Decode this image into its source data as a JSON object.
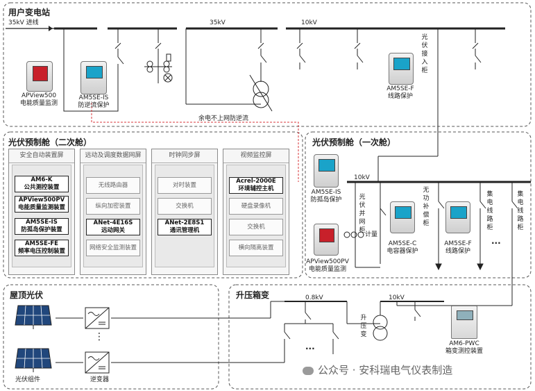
{
  "sections": {
    "substation": "用户变电站",
    "secondary": "光伏预制舱（二次舱）",
    "primary": "光伏预制舱（一次舱）",
    "rooftop": "屋顶光伏",
    "boost": "升压箱变"
  },
  "voltage": {
    "incoming": "35kV 进线",
    "bus35": "35kV",
    "bus10_top": "10kV",
    "bus10_primary": "10kV",
    "lv": "0.8kV",
    "mv": "10kV"
  },
  "devices": {
    "apview500": [
      "APView500",
      "电能质量监测"
    ],
    "am5se_is_top": [
      "AM5SE-IS",
      "防逆流保护"
    ],
    "am5se_f_top": [
      "AM5SE-F",
      "线路保护"
    ],
    "am5se_is_primary": [
      "AM5SE-IS",
      "防孤岛保护"
    ],
    "apview500pv": [
      "APView500PV",
      "电能质量监测"
    ],
    "am5se_c": [
      "AM5SE-C",
      "电容器保护"
    ],
    "am5se_f_primary": [
      "AM5SE-F",
      "线路保护"
    ],
    "am6_pwc": [
      "AM6-PWC",
      "箱变测控装置"
    ]
  },
  "annotations": {
    "anti_backflow": "余电不上网防逆流",
    "pv_access": "光伏接入柜",
    "pv_grid": "光伏并网柜",
    "reactive": "无功补偿柜",
    "collect1": "集电线路柜",
    "collect2": "集电线路柜",
    "metering": "计量",
    "boost_tx": "升压变",
    "ellipsis": "..."
  },
  "cabinets": [
    {
      "title": "安全自动装置屏",
      "items": [
        {
          "lines": [
            "AM6-K",
            "公共测控装置"
          ],
          "style": "bold"
        },
        {
          "lines": [
            "APView500PV",
            "电能质量监测装置"
          ],
          "style": "bold"
        },
        {
          "lines": [
            "AM5SE-IS",
            "防孤岛保护装置"
          ],
          "style": "bold"
        },
        {
          "lines": [
            "AM5SE-FE",
            "频率电压控制装置"
          ],
          "style": "bold"
        }
      ]
    },
    {
      "title": "远动及调度数据网屏",
      "items": [
        {
          "lines": [
            "无线路由器"
          ],
          "style": "light"
        },
        {
          "lines": [
            "纵向加密装置"
          ],
          "style": "light"
        },
        {
          "lines": [
            "ANet-4E16S",
            "远动网关"
          ],
          "style": "bold"
        },
        {
          "lines": [
            "网络安全监测装置"
          ],
          "style": "light"
        }
      ]
    },
    {
      "title": "时钟同步屏",
      "items": [
        {
          "lines": [
            "对时装置"
          ],
          "style": "light"
        },
        {
          "lines": [
            "交换机"
          ],
          "style": "light"
        },
        {
          "lines": [
            "ANet-2E8S1",
            "通讯管理机"
          ],
          "style": "bold"
        }
      ]
    },
    {
      "title": "视频监控屏",
      "items": [
        {
          "lines": [
            "Acrel-2000E",
            "环境辅控主机"
          ],
          "style": "bold"
        },
        {
          "lines": [
            "硬盘录像机"
          ],
          "style": "light"
        },
        {
          "lines": [
            "交换机"
          ],
          "style": "light"
        },
        {
          "lines": [
            "横向隔离装置"
          ],
          "style": "light"
        }
      ]
    }
  ],
  "rooftop": {
    "pv_label": "光伏组件",
    "inverter_label": "逆变器",
    "dots": "⋮"
  },
  "watermark": "公众号 · 安科瑞电气仪表制造",
  "colors": {
    "line": "#222222",
    "dashed_red": "#d9343a",
    "panel_border": "#555555"
  }
}
